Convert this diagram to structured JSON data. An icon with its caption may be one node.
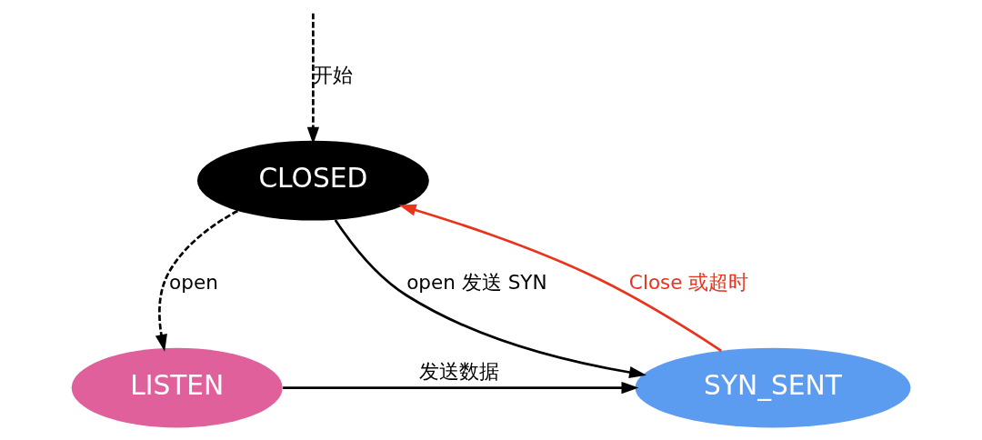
{
  "diagram": {
    "nodes": [
      {
        "text": [
          "CLOSED"
        ]
      },
      {
        "text": [
          "LISTEN"
        ]
      },
      {
        "text": [
          "SYN_SENT"
        ]
      }
    ],
    "edges": [
      {
        "from": null,
        "to": 0,
        "arrow": "to",
        "label": "开始",
        "style": "dashed"
      },
      {
        "from": 0,
        "to": 1,
        "arrow": "to",
        "label": "open",
        "style": "dashed"
      },
      {
        "from": 0,
        "to": 2,
        "arrow": "to",
        "label": "open 发送 SYN"
      },
      {
        "from": 2,
        "to": 0,
        "arrow": "to",
        "label": "Close 或超时",
        "color": "#e8341c"
      },
      {
        "from": 1,
        "to": 2,
        "arrow": "to",
        "label": "发送数据"
      }
    ]
  }
}
